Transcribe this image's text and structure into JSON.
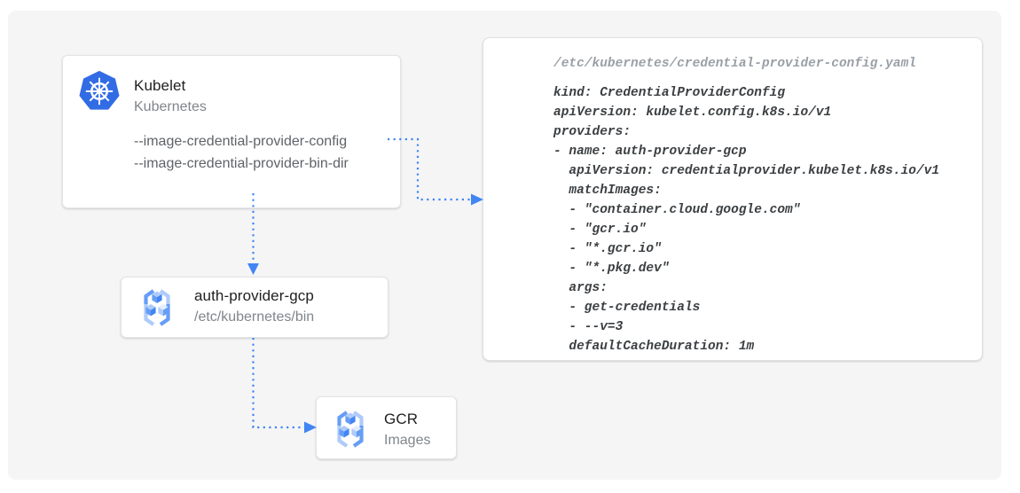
{
  "colors": {
    "arrow": "#4285f4",
    "kubernetes_blue": "#326ce5",
    "registry_light_blue": "#aecbfa",
    "registry_mid_blue": "#669df6",
    "panel_bg": "#f5f5f6"
  },
  "nodes": {
    "kubelet": {
      "title": "Kubelet",
      "subtitle": "Kubernetes",
      "flags": [
        "--image-credential-provider-config",
        "--image-credential-provider-bin-dir"
      ],
      "icon": "kubernetes-icon"
    },
    "auth_provider": {
      "title": "auth-provider-gcp",
      "subtitle": "/etc/kubernetes/bin",
      "icon": "registry-cubes-icon"
    },
    "gcr": {
      "title": "GCR",
      "subtitle": "Images",
      "icon": "registry-cubes-icon"
    }
  },
  "code_panel": {
    "path": "/etc/kubernetes/credential-provider-config.yaml",
    "code": "kind: CredentialProviderConfig\napiVersion: kubelet.config.k8s.io/v1\nproviders:\n- name: auth-provider-gcp\n  apiVersion: credentialprovider.kubelet.k8s.io/v1\n  matchImages:\n  - \"container.cloud.google.com\"\n  - \"gcr.io\"\n  - \"*.gcr.io\"\n  - \"*.pkg.dev\"\n  args:\n  - get-credentials\n  - --v=3\n  defaultCacheDuration: 1m"
  }
}
